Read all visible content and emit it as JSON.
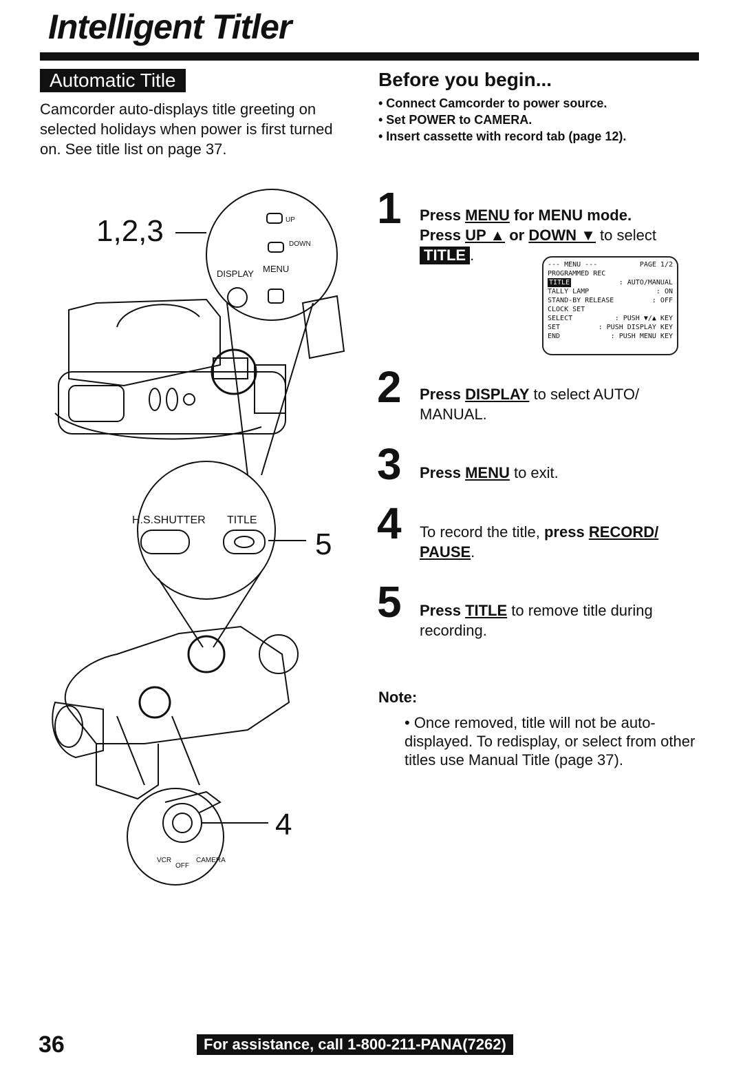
{
  "page": {
    "title": "Intelligent Titler",
    "page_number": "36",
    "assistance": "For assistance, call 1-800-211-PANA(7262)"
  },
  "automatic_title": {
    "badge": "Automatic Title",
    "intro": "Camcorder auto-displays title greeting on selected holidays when power is first turned on. See title list on page 37."
  },
  "before_begin": {
    "heading": "Before you begin...",
    "items": [
      "• Connect Camcorder to power source.",
      "• Set POWER to CAMERA.",
      "• Insert cassette with record tab (page 12)."
    ]
  },
  "steps": [
    {
      "num": "1",
      "a": "Press ",
      "u": "MENU",
      "b": " for MENU mode.",
      "line2_a": "Press ",
      "line2_u1": "UP ▲",
      "line2_b": " or ",
      "line2_u2": "DOWN ▼",
      "line2_c": " to select",
      "badge": "TITLE",
      "after_badge": "."
    },
    {
      "num": "2",
      "a": "Press ",
      "u": "DISPLAY",
      "b": " to select AUTO/ MANUAL."
    },
    {
      "num": "3",
      "a": "Press ",
      "u": "MENU",
      "b": " to exit."
    },
    {
      "num": "4",
      "a": "To record the title, ",
      "bold": "press ",
      "u": "RECORD/ PAUSE",
      "b": "."
    },
    {
      "num": "5",
      "a": "Press ",
      "u": "TITLE",
      "b": " to remove title during recording."
    }
  ],
  "menu_screen": {
    "header_left": "--- MENU ---",
    "header_right": "PAGE 1/2",
    "rows": [
      [
        "PROGRAMMED REC",
        ""
      ],
      [
        "TITLE",
        ": AUTO/MANUAL"
      ],
      [
        "TALLY LAMP",
        ": ON"
      ],
      [
        "STAND-BY RELEASE",
        ": OFF"
      ],
      [
        "CLOCK SET",
        ""
      ]
    ],
    "footer": [
      [
        "SELECT",
        ": PUSH ▼/▲ KEY"
      ],
      [
        "SET",
        ": PUSH DISPLAY KEY"
      ],
      [
        "END",
        ": PUSH MENU KEY"
      ]
    ]
  },
  "figure_labels": {
    "callout_123": "1,2,3",
    "callout_5": "5",
    "callout_4": "4",
    "up": "UP",
    "down": "DOWN",
    "display": "DISPLAY",
    "menu": "MENU",
    "hs_shutter": "H.S.SHUTTER",
    "title": "TITLE",
    "vcr": "VCR",
    "off": "OFF",
    "camera": "CAMERA"
  },
  "note": {
    "heading": "Note:",
    "text": "• Once removed, title will not be auto-displayed. To redisplay, or select from other titles use Manual Title (page 37)."
  }
}
